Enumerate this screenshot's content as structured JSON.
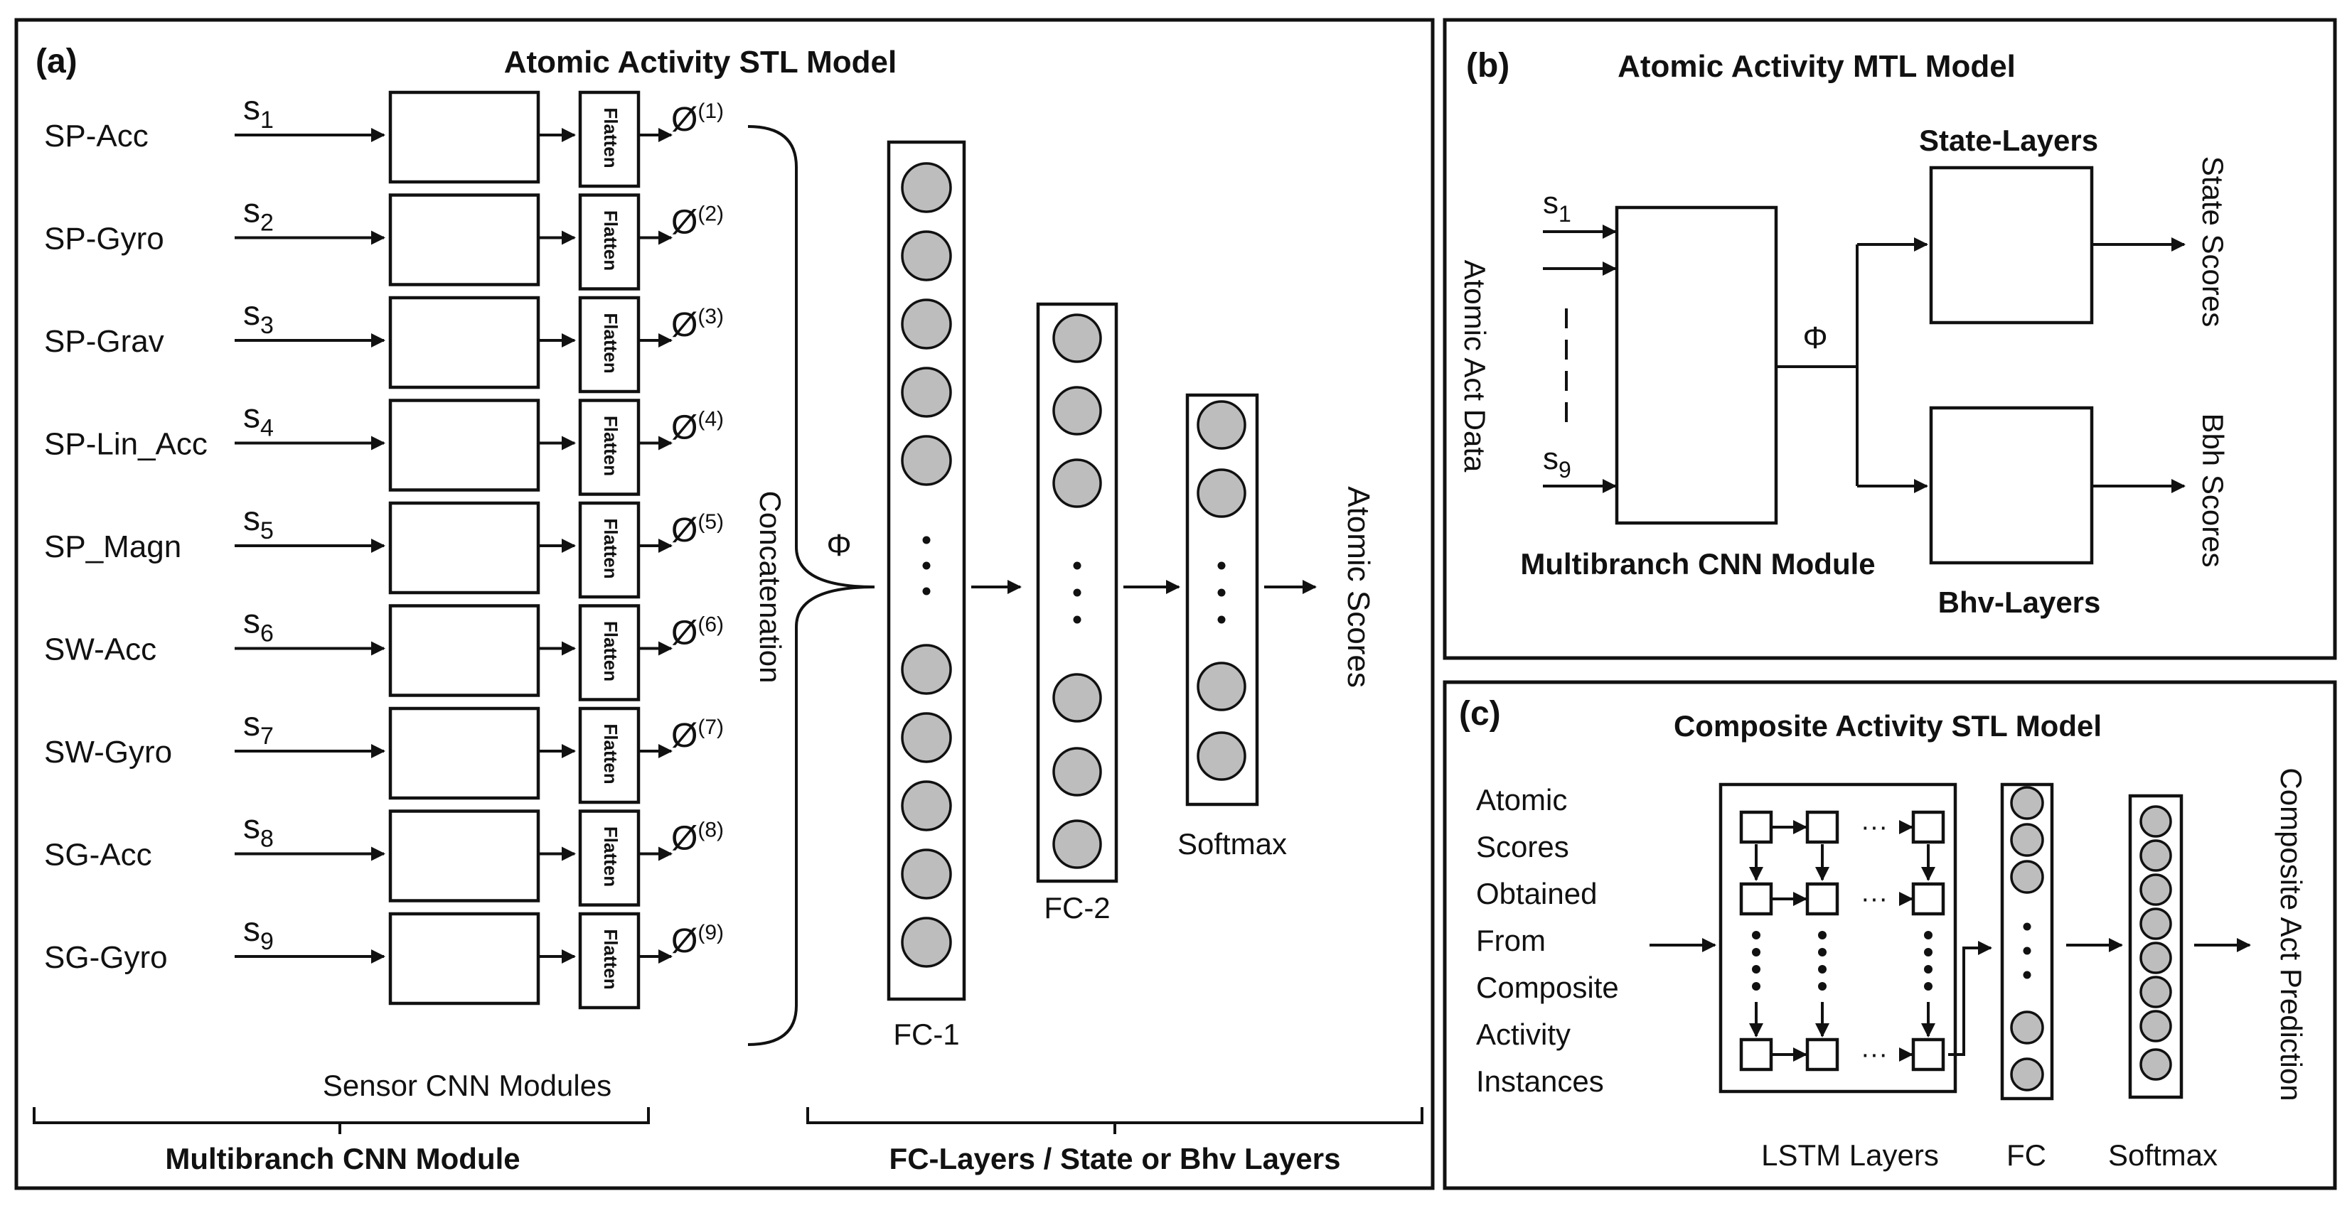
{
  "panel_a": {
    "label": "(a)",
    "title": "Atomic Activity STL Model",
    "sensors": [
      {
        "name": "SP-Acc",
        "signal": "s",
        "sub": "1",
        "phi_sup": "(1)"
      },
      {
        "name": "SP-Gyro",
        "signal": "s",
        "sub": "2",
        "phi_sup": "(2)"
      },
      {
        "name": "SP-Grav",
        "signal": "s",
        "sub": "3",
        "phi_sup": "(3)"
      },
      {
        "name": "SP-Lin_Acc",
        "signal": "s",
        "sub": "4",
        "phi_sup": "(4)"
      },
      {
        "name": "SP_Magn",
        "signal": "s",
        "sub": "5",
        "phi_sup": "(5)"
      },
      {
        "name": "SW-Acc",
        "signal": "s",
        "sub": "6",
        "phi_sup": "(6)"
      },
      {
        "name": "SW-Gyro",
        "signal": "s",
        "sub": "7",
        "phi_sup": "(7)"
      },
      {
        "name": "SG-Acc",
        "signal": "s",
        "sub": "8",
        "phi_sup": "(8)"
      },
      {
        "name": "SG-Gyro",
        "signal": "s",
        "sub": "9",
        "phi_sup": "(9)"
      }
    ],
    "flatten_label": "Flatten",
    "phi_symbol": "Ø",
    "concatenation_label": "Concatenation",
    "Phi_label": "Φ",
    "fc1_label": "FC-1",
    "fc2_label": "FC-2",
    "softmax_label": "Softmax",
    "output_label": "Atomic Scores",
    "sensor_modules_label": "Sensor CNN Modules",
    "bottom_left_label": "Multibranch CNN Module",
    "bottom_right_label": "FC-Layers / State or Bhv Layers"
  },
  "panel_b": {
    "label": "(b)",
    "title": "Atomic Activity MTL Model",
    "input_label": "Atomic Act Data",
    "signal": "s",
    "sub_first": "1",
    "sub_last": "9",
    "module_label": "Multibranch CNN Module",
    "Phi_label": "Φ",
    "state_layers_label": "State-Layers",
    "bhv_layers_label": "Bhv-Layers",
    "state_scores_label": "State Scores",
    "bhv_scores_label": "Bbh Scores"
  },
  "panel_c": {
    "label": "(c)",
    "title": "Composite Activity STL Model",
    "input_lines": [
      "Atomic",
      "Scores",
      "Obtained",
      "From",
      "Composite",
      "Activity",
      "Instances"
    ],
    "ellipsis": "···",
    "lstm_label": "LSTM Layers",
    "fc_label": "FC",
    "softmax_label": "Softmax",
    "output_label": "Composite Act  Prediction"
  }
}
